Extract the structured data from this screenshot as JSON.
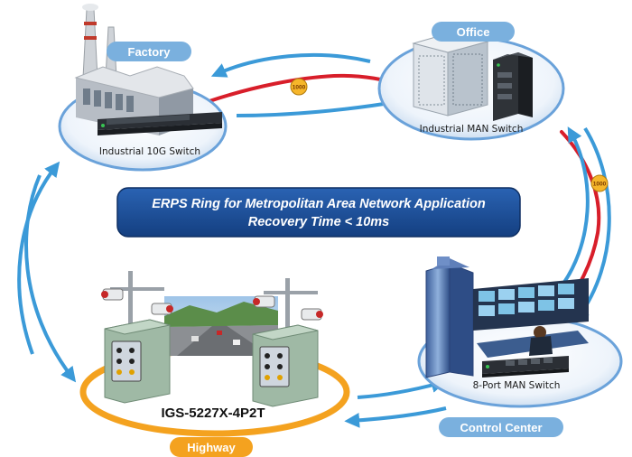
{
  "title": {
    "line1": "ERPS Ring for Metropolitan Area Network Application",
    "line2": "Recovery Time < 10ms"
  },
  "nodes": {
    "factory": {
      "tag": "Factory",
      "device_label": "Industrial 10G Switch"
    },
    "office": {
      "tag": "Office",
      "device_label": "Industrial MAN Switch"
    },
    "control_center": {
      "tag": "Control Center",
      "device_label": "8-Port MAN Switch"
    },
    "highway": {
      "tag": "Highway",
      "device_label": "IGS-5227X-4P2T"
    }
  },
  "links": {
    "factory_office_badge": "1000",
    "office_control_badge": "1000"
  },
  "colors": {
    "ring_link": "#d81e2a",
    "arrows": "#3b9ad8",
    "pill_blue": "#7ab0de",
    "title_box": "#1b4d97",
    "highway_orange": "#f4a21f"
  }
}
